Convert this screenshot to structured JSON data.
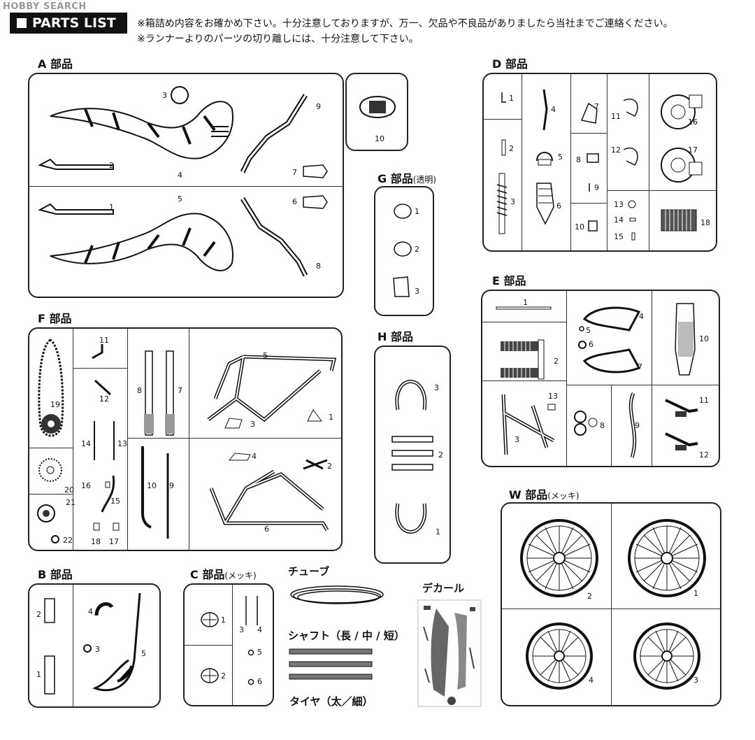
{
  "watermark": "HOBBY SEARCH",
  "header": {
    "title": "PARTS LIST",
    "notice_line1": "※箱詰め内容をお確かめ下さい。十分注意しておりますが、万一、欠品や不良品がありましたら当社までご連絡ください。",
    "notice_line2": "※ランナーよりのパーツの切り離しには、十分注意して下さい。"
  },
  "sections": {
    "A": {
      "label": "A 部品",
      "numbers": [
        "1",
        "2",
        "3",
        "4",
        "5",
        "6",
        "7",
        "8",
        "9",
        "10"
      ]
    },
    "B": {
      "label": "B 部品",
      "numbers": [
        "1",
        "2",
        "3",
        "4",
        "5"
      ]
    },
    "C": {
      "label": "C 部品",
      "sub": "(メッキ)",
      "numbers": [
        "1",
        "2",
        "3",
        "4",
        "5",
        "6"
      ]
    },
    "D": {
      "label": "D 部品",
      "numbers": [
        "1",
        "2",
        "3",
        "4",
        "5",
        "6",
        "7",
        "8",
        "9",
        "10",
        "11",
        "12",
        "13",
        "14",
        "15",
        "16",
        "17",
        "18"
      ]
    },
    "E": {
      "label": "E 部品",
      "numbers": [
        "1",
        "2",
        "3",
        "4",
        "5",
        "6",
        "7",
        "8",
        "9",
        "10",
        "11",
        "12",
        "13"
      ]
    },
    "F": {
      "label": "F 部品",
      "numbers": [
        "1",
        "2",
        "3",
        "4",
        "5",
        "6",
        "7",
        "8",
        "9",
        "10",
        "11",
        "12",
        "13",
        "14",
        "15",
        "16",
        "17",
        "18",
        "19",
        "20",
        "21",
        "22"
      ]
    },
    "G": {
      "label": "G 部品",
      "sub": "(透明)",
      "numbers": [
        "1",
        "2",
        "3"
      ]
    },
    "H": {
      "label": "H 部品",
      "numbers": [
        "1",
        "2",
        "3"
      ]
    },
    "W": {
      "label": "W 部品",
      "sub": "(メッキ)",
      "numbers": [
        "1",
        "2",
        "3",
        "4"
      ]
    }
  },
  "extras": {
    "tube": "チューブ",
    "shaft": "シャフト（長 / 中 / 短）",
    "tire": "タイヤ（太／細）",
    "decal": "デカール"
  }
}
